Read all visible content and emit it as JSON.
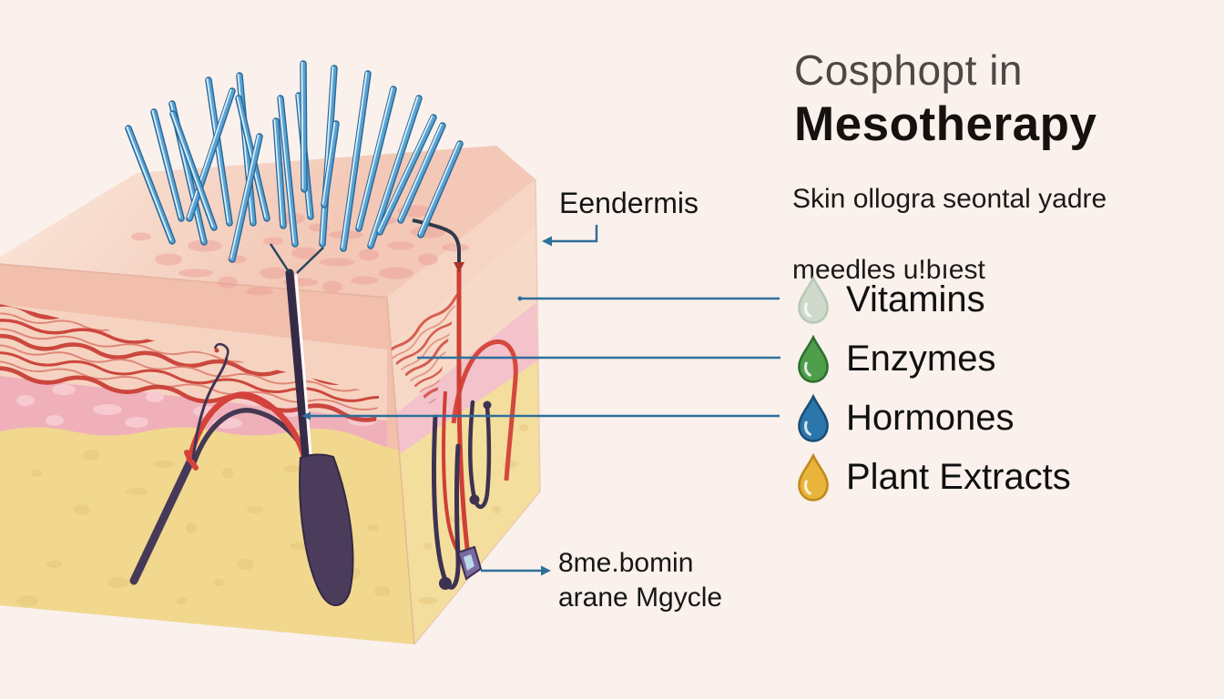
{
  "title": {
    "line1": "Cosphopt in",
    "line2": "Mesotherapy"
  },
  "subtitle": {
    "line1": "Skin ollogra seontal yadre",
    "line2": "meedles u!bıest"
  },
  "annotations": {
    "epidermis": "Eendermis",
    "injection_line1": "8me.bomin",
    "injection_line2": "arane Mgycle"
  },
  "ingredients": [
    {
      "label": "Vitamins",
      "icon": "droplet-icon",
      "fill": "#cfdacc",
      "outline": "#b7c8b4"
    },
    {
      "label": "Enzymes",
      "icon": "droplet-icon",
      "fill": "#4f9e4b",
      "outline": "#2e7030"
    },
    {
      "label": "Hormones",
      "icon": "droplet-icon",
      "fill": "#2b76ab",
      "outline": "#1a4e75"
    },
    {
      "label": "Plant Extracts",
      "icon": "droplet-icon",
      "fill": "#e8b43c",
      "outline": "#c08a1d"
    }
  ],
  "colors": {
    "background": "#faf1ec",
    "leader_line": "#2f6f9b",
    "needle_blue": "#4f9bcd",
    "vessel_red": "#d5423c",
    "follicle_purple": "#473a59",
    "title_primary": "#14110f",
    "title_secondary": "#4c4846"
  }
}
